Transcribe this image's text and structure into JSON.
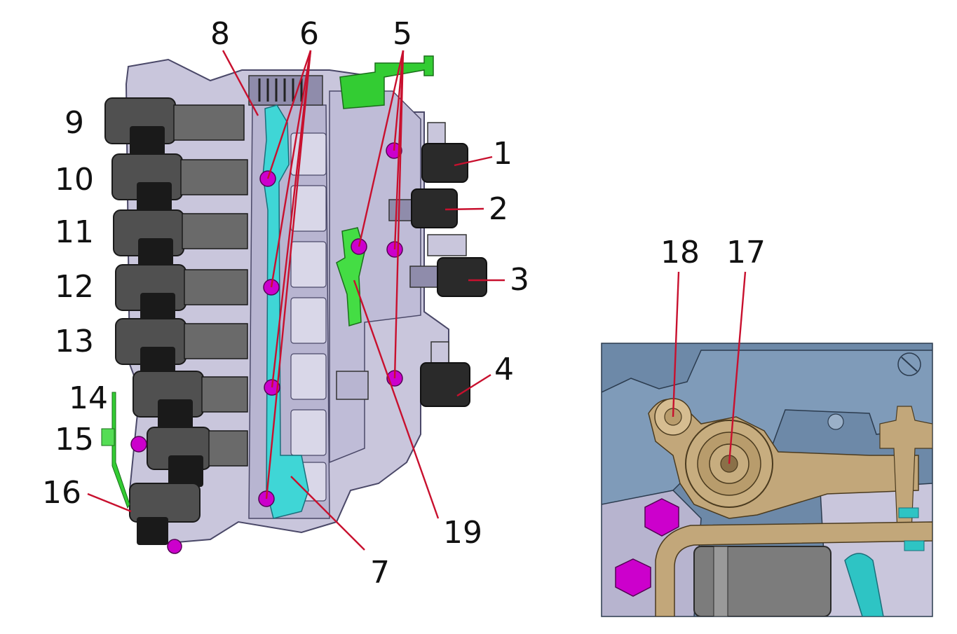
{
  "diagram": {
    "main_view": {
      "callouts": [
        {
          "id": "c1",
          "label": "1"
        },
        {
          "id": "c2",
          "label": "2"
        },
        {
          "id": "c3",
          "label": "3"
        },
        {
          "id": "c4",
          "label": "4"
        },
        {
          "id": "c5",
          "label": "5"
        },
        {
          "id": "c6",
          "label": "6"
        },
        {
          "id": "c7",
          "label": "7"
        },
        {
          "id": "c8",
          "label": "8"
        },
        {
          "id": "c9",
          "label": "9"
        },
        {
          "id": "c10",
          "label": "10"
        },
        {
          "id": "c11",
          "label": "11"
        },
        {
          "id": "c12",
          "label": "12"
        },
        {
          "id": "c13",
          "label": "13"
        },
        {
          "id": "c14",
          "label": "14"
        },
        {
          "id": "c15",
          "label": "15"
        },
        {
          "id": "c16",
          "label": "16"
        },
        {
          "id": "c19",
          "label": "19"
        }
      ]
    },
    "detail_view": {
      "callouts": [
        {
          "id": "c18",
          "label": "18"
        },
        {
          "id": "c17",
          "label": "17"
        }
      ]
    },
    "colors": {
      "housing": "#c9c6dc",
      "housing_dark": "#a9a5c4",
      "solenoid": "#2a2a2a",
      "solenoid_body": "#505050",
      "channel_plate": "#3fd6d6",
      "bracket": "#33cc33",
      "bolt": "#cc00cc",
      "leader_line": "#c8102e",
      "detail_background": "#6d89a8",
      "detail_brass": "#c2a77a",
      "detail_cyan": "#2ec4c4"
    }
  }
}
